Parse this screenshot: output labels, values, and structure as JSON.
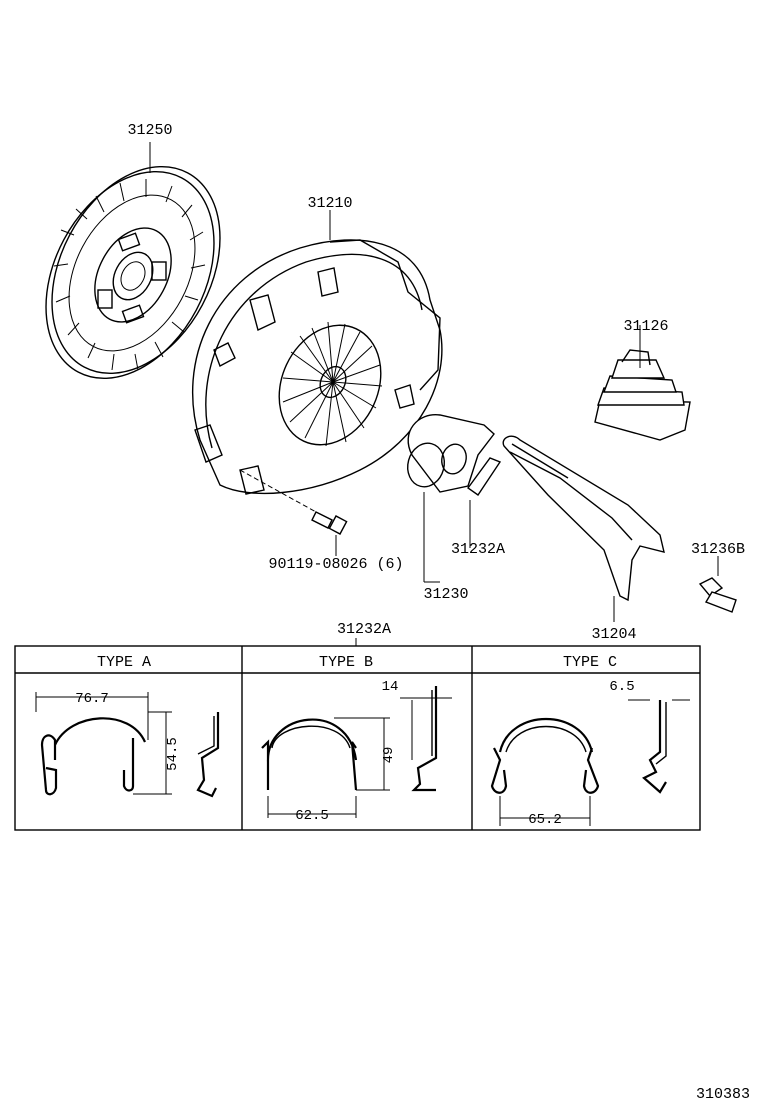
{
  "parts": {
    "clutch_disc": "31250",
    "pressure_plate": "31210",
    "boot": "31126",
    "release_bearing_hub": "31232A",
    "release_bearing": "31230",
    "release_fork": "31204",
    "fork_support_bolt": "31236B",
    "cover_bolt": "90119-08026 (6)",
    "clip_callout": "31232A"
  },
  "clip_table": {
    "type_a": {
      "header": "TYPE  A",
      "width_dim": "76.7",
      "height_dim": "54.5"
    },
    "type_b": {
      "header": "TYPE  B",
      "width_dim": "62.5",
      "height_dim": "49",
      "thickness_dim": "14"
    },
    "type_c": {
      "header": "TYPE  C",
      "width_dim": "65.2",
      "thickness_dim": "6.5"
    }
  },
  "figure_code": "310383"
}
